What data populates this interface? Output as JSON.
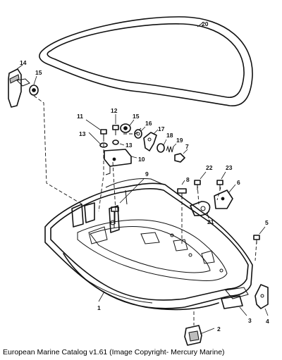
{
  "caption": "European Marine Catalog v1.61 (Image Copyright- Mercury Marine)",
  "callouts": {
    "c1": "1",
    "c2": "2",
    "c3": "3",
    "c4": "4",
    "c5": "5",
    "c6": "6",
    "c7": "7",
    "c8": "8",
    "c9": "9",
    "c10": "10",
    "c11": "11",
    "c12": "12",
    "c13a": "13",
    "c13b": "13",
    "c14": "14",
    "c15a": "15",
    "c15b": "15",
    "c16": "16",
    "c17": "17",
    "c18": "18",
    "c19": "19",
    "c20": "20",
    "c21": "21",
    "c22": "22",
    "c23": "23"
  }
}
